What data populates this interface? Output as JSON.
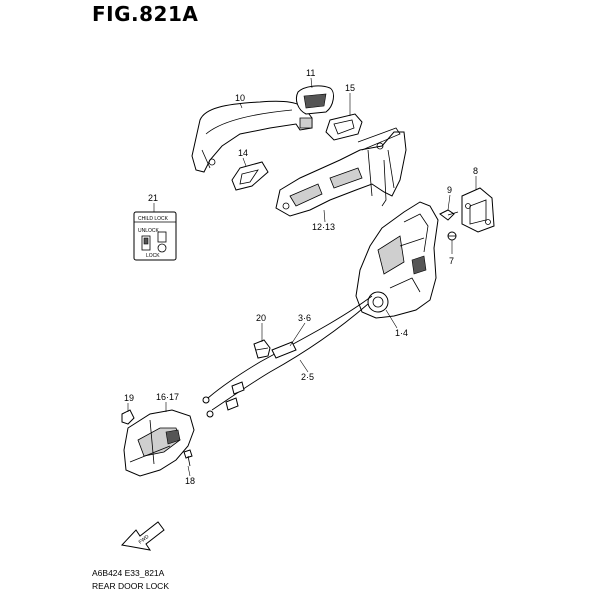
{
  "figure": {
    "title": "FIG.821A"
  },
  "callouts": [
    {
      "id": "c10",
      "text": "10"
    },
    {
      "id": "c11",
      "text": "11"
    },
    {
      "id": "c15",
      "text": "15"
    },
    {
      "id": "c14",
      "text": "14"
    },
    {
      "id": "c8",
      "text": "8"
    },
    {
      "id": "c9",
      "text": "9"
    },
    {
      "id": "c21",
      "text": "21"
    },
    {
      "id": "c12-13",
      "text": "12·13"
    },
    {
      "id": "c7",
      "text": "7"
    },
    {
      "id": "c20",
      "text": "20"
    },
    {
      "id": "c3-6",
      "text": "3·6"
    },
    {
      "id": "c1-4",
      "text": "1·4"
    },
    {
      "id": "c2-5",
      "text": "2·5"
    },
    {
      "id": "c19",
      "text": "19"
    },
    {
      "id": "c16-17",
      "text": "16·17"
    },
    {
      "id": "c18",
      "text": "18"
    }
  ],
  "child_lock_label": {
    "title": "CHILD LOCK",
    "unlock": "UNLOCK",
    "lock": "LOCK"
  },
  "fwd_arrow": {
    "text": "FWD"
  },
  "footer": {
    "code": "A6B424 E33_821A",
    "caption": "REAR DOOR LOCK"
  }
}
